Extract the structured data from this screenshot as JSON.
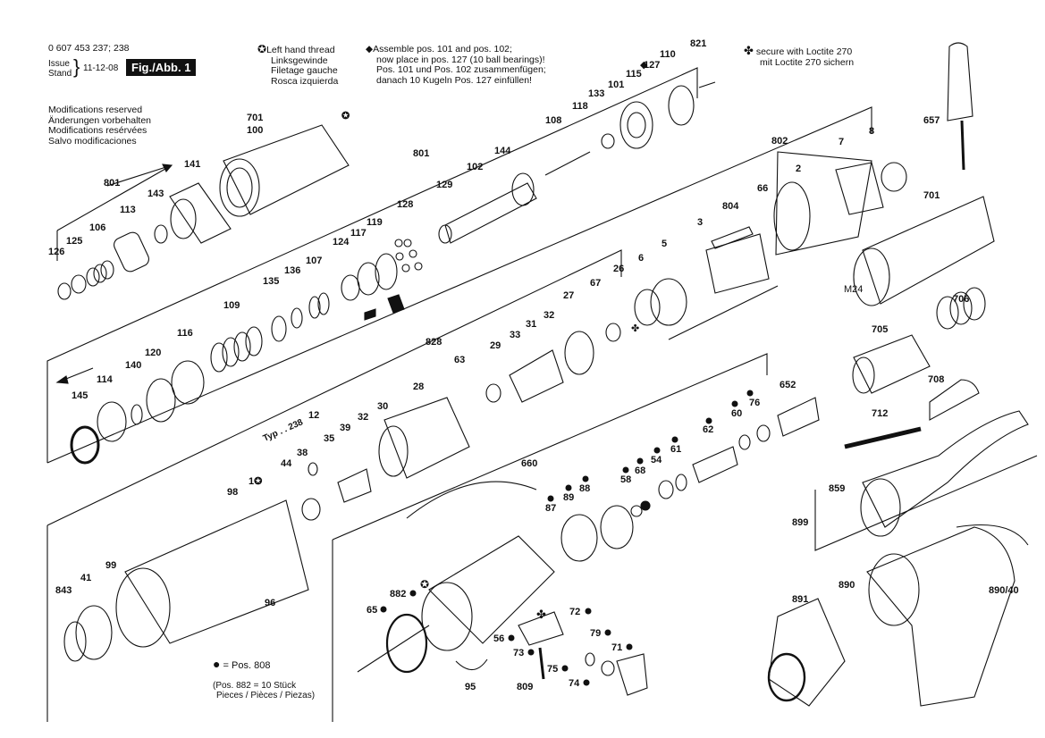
{
  "header": {
    "part_number": "0 607 453 237; 238",
    "issue_label": "Issue",
    "stand_label": "Stand",
    "issue_date": "11-12-08",
    "fig_label": "Fig./Abb. 1"
  },
  "modifications": [
    "Modifications reserved",
    "Änderungen vorbehalten",
    "Modifications resérvées",
    "Salvo modificaciones"
  ],
  "notes": {
    "left_hand_thread": [
      "Left hand thread",
      "Linksgewinde",
      "Filetage gauche",
      "Rosca izquierda"
    ],
    "assemble": [
      "Assemble pos. 101 and pos. 102;",
      "now place in pos. 127 (10 ball bearings)!",
      "Pos. 101 und Pos. 102 zusammenfügen;",
      "danach 10 Kugeln Pos. 127 einfüllen!"
    ],
    "loctite": [
      "secure with Loctite 270",
      "mit Loctite 270 sichern"
    ]
  },
  "legend": {
    "pos_label": "= Pos. 808",
    "pieces_line1": "(Pos. 882 = 10 Stück",
    "pieces_line2": "Pieces / Pièces / Piezas)"
  },
  "symbols": {
    "left_thread_icon": "circled-star",
    "assemble_icon": "black-diamond",
    "loctite_icon": "club",
    "pos808_icon": "black-dot"
  },
  "labels": {
    "l_126": "126",
    "l_125": "125",
    "l_106": "106",
    "l_113": "113",
    "l_801a": "801",
    "l_143": "143",
    "l_141": "141",
    "l_701a": "701",
    "l_100": "100",
    "l_801b": "801",
    "l_129": "129",
    "l_128": "128",
    "l_102": "102",
    "l_144": "144",
    "l_108": "108",
    "l_118": "118",
    "l_133": "133",
    "l_101": "101",
    "l_115": "115",
    "l_127": "127",
    "l_110": "110",
    "l_821": "821",
    "l_657": "657",
    "l_119": "119",
    "l_117": "117",
    "l_124": "124",
    "l_107": "107",
    "l_136": "136",
    "l_135": "135",
    "l_109": "109",
    "l_116": "116",
    "l_120": "120",
    "l_140": "140",
    "l_114": "114",
    "l_145": "145",
    "l_802": "802",
    "l_7": "7",
    "l_8": "8",
    "l_2": "2",
    "l_66": "66",
    "l_804": "804",
    "l_3": "3",
    "l_5": "5",
    "l_6": "6",
    "l_701b": "701",
    "l_m24": "M24",
    "l_706": "706",
    "l_705": "705",
    "l_708": "708",
    "l_712": "712",
    "l_27": "27",
    "l_26": "26",
    "l_67": "67",
    "l_32a": "32",
    "l_31": "31",
    "l_33": "33",
    "l_29": "29",
    "l_828": "828",
    "l_63": "63",
    "l_28": "28",
    "l_typ": "Typ . . 238",
    "l_12": "12",
    "l_30": "30",
    "l_32b": "32",
    "l_39": "39",
    "l_35": "35",
    "l_38": "38",
    "l_44": "44",
    "l_1": "1",
    "l_98": "98",
    "l_99": "99",
    "l_41": "41",
    "l_843": "843",
    "l_96": "96",
    "l_652": "652",
    "l_76": "76",
    "l_60": "60",
    "l_62": "62",
    "l_61": "61",
    "l_54": "54",
    "l_68": "68",
    "l_58": "58",
    "l_660": "660",
    "l_89": "89",
    "l_88": "88",
    "l_87": "87",
    "l_882": "882",
    "l_65": "65",
    "l_72": "72",
    "l_79": "79",
    "l_71": "71",
    "l_56": "56",
    "l_73": "73",
    "l_75": "75",
    "l_74": "74",
    "l_809": "809",
    "l_95": "95",
    "l_859": "859",
    "l_899": "899",
    "l_890": "890",
    "l_890_40": "890/40",
    "l_891": "891"
  }
}
